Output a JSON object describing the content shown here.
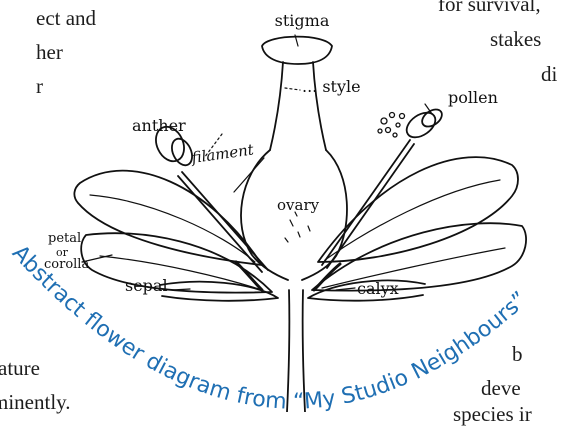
{
  "background_text": [
    {
      "id": "frag-tl-1",
      "text": "ect  and"
    },
    {
      "id": "frag-tl-2",
      "text": "her"
    },
    {
      "id": "frag-tl-3",
      "text": "r"
    },
    {
      "id": "frag-tr-1",
      "text": "for survival,"
    },
    {
      "id": "frag-tr-2",
      "text": "stakes"
    },
    {
      "id": "frag-tr-3",
      "text": "di"
    },
    {
      "id": "frag-bl-1",
      "text": "ature"
    },
    {
      "id": "frag-bl-2",
      "text": "minently."
    },
    {
      "id": "frag-br-1",
      "text": "b"
    },
    {
      "id": "frag-br-2",
      "text": "deve"
    },
    {
      "id": "frag-br-3",
      "text": "species  ir"
    }
  ],
  "labels": {
    "stigma": "stigma",
    "style": "... style",
    "anther": "anther",
    "pollen": "pollen",
    "filament": "filament",
    "ovary": "ovary",
    "petal_1": "petal",
    "petal_2": "or",
    "petal_3": "corolla",
    "sepal": "sepal",
    "calyx": "calyx"
  },
  "caption": "Abstract flower diagram from “My Studio Neighbours”",
  "colors": {
    "ink": "#111111",
    "caption": "#1f6fb3",
    "text": "#1d1d1d"
  }
}
